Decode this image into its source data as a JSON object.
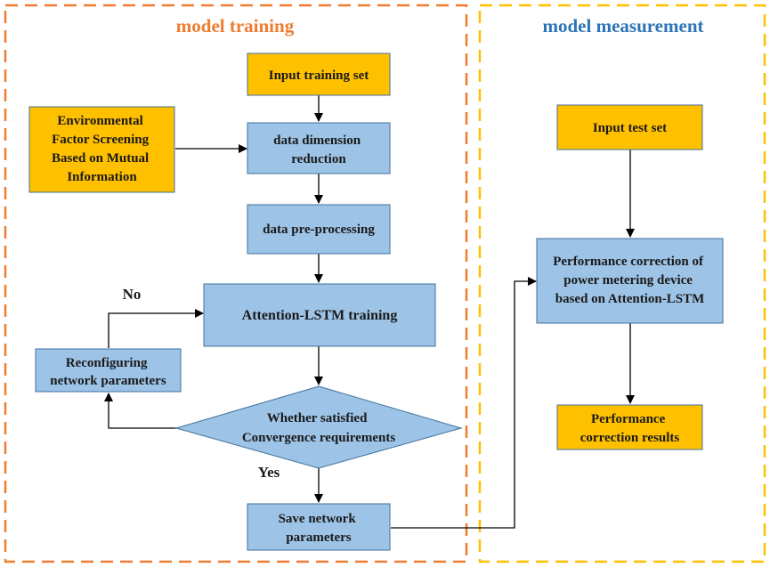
{
  "colors": {
    "training_border": "#ED7D31",
    "measurement_border": "#FFC000",
    "training_title": "#ED7D31",
    "measurement_title": "#2E75B6",
    "yellow_fill": "#FFC000",
    "blue_fill": "#9DC3E6",
    "box_stroke": "#41719C",
    "arrow": "#000000"
  },
  "sections": {
    "training": {
      "title": "model training"
    },
    "measurement": {
      "title": "model measurement"
    }
  },
  "nodes": {
    "input_training": {
      "lines": [
        "Input training set"
      ]
    },
    "env_factor": {
      "lines": [
        "Environmental",
        "Factor Screening",
        "Based on Mutual",
        "Information"
      ]
    },
    "dim_reduction": {
      "lines": [
        "data dimension",
        "reduction"
      ]
    },
    "preprocessing": {
      "lines": [
        "data pre-processing"
      ]
    },
    "attention_training": {
      "lines": [
        "Attention-LSTM training"
      ]
    },
    "reconfig": {
      "lines": [
        "Reconfiguring",
        "network parameters"
      ]
    },
    "convergence": {
      "lines": [
        "Whether satisfied",
        "Convergence requirements"
      ]
    },
    "save_params": {
      "lines": [
        "Save network",
        "parameters"
      ]
    },
    "input_test": {
      "lines": [
        "Input test set"
      ]
    },
    "perf_correction": {
      "lines": [
        "Performance correction of",
        "power metering device",
        "based on Attention-LSTM"
      ]
    },
    "perf_results": {
      "lines": [
        "Performance",
        "correction results"
      ]
    }
  },
  "edge_labels": {
    "no": "No",
    "yes": "Yes"
  }
}
